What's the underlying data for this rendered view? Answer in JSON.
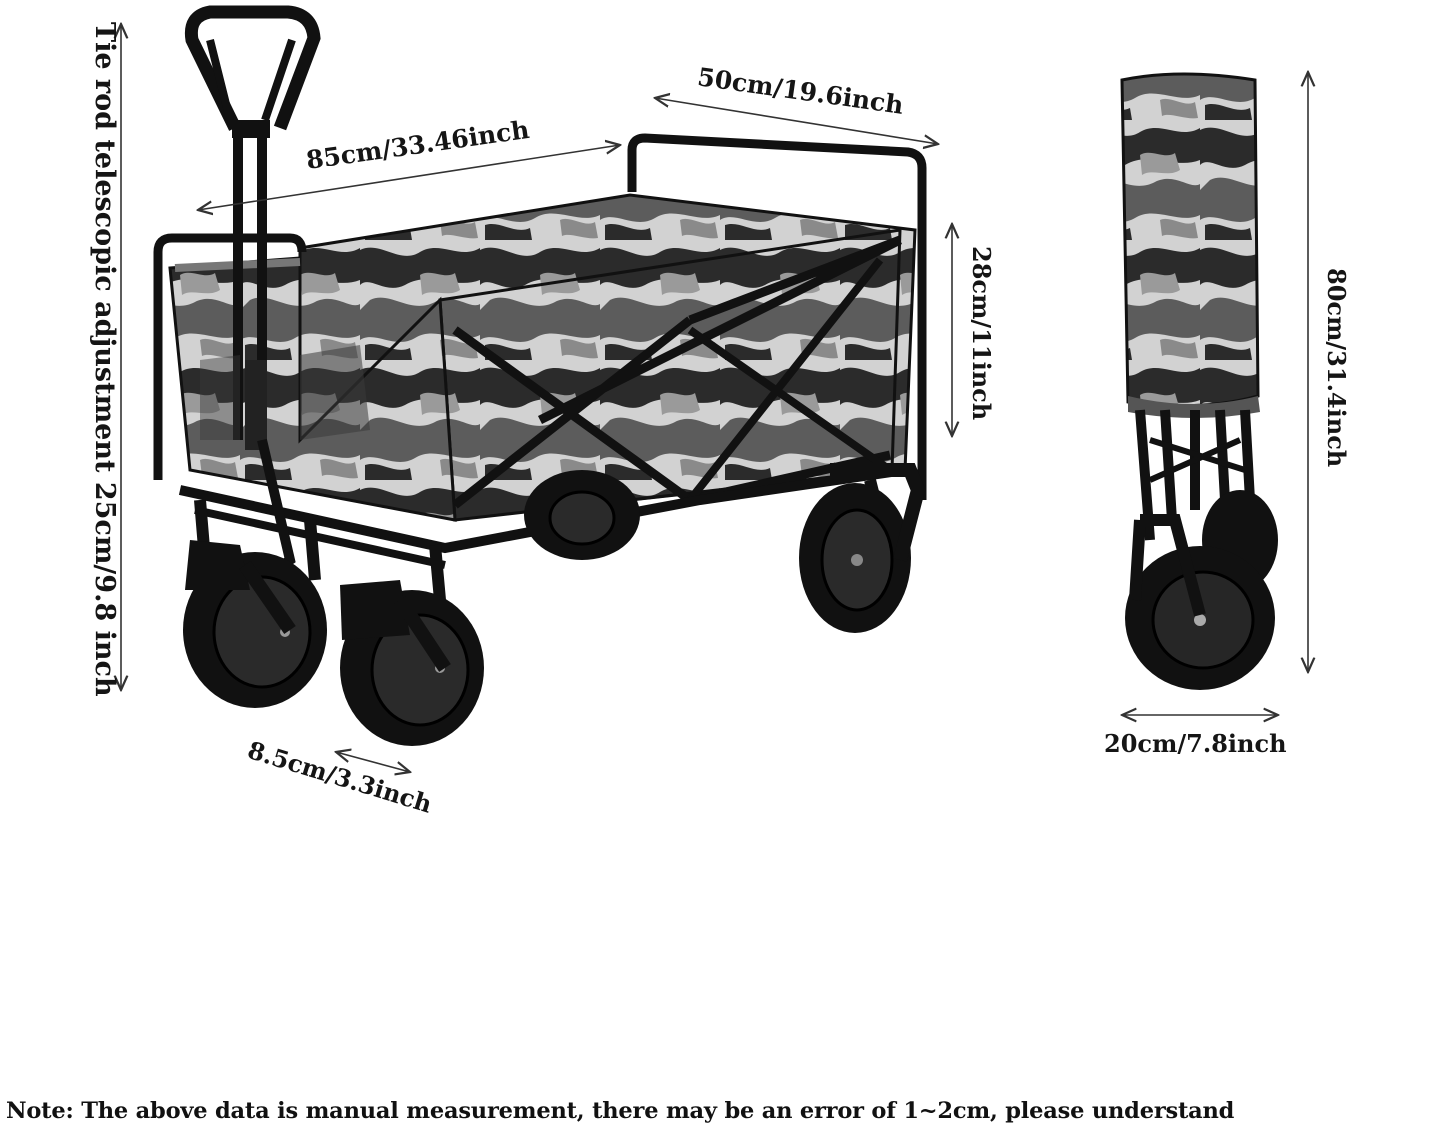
{
  "labels": {
    "tie_rod": "Tie rod telescopic adjustment 25cm/9.8 inch",
    "length": "85cm/33.46inch",
    "width": "50cm/19.6inch",
    "depth": "28cm/11inch",
    "wheel_width": "8.5cm/3.3inch",
    "folded_height": "80cm/31.4inch",
    "folded_width": "20cm/7.8inch"
  },
  "note": "Note: The above data is manual measurement, there may be an error of 1~2cm, please understand",
  "colors": {
    "frame": "#111111",
    "camo_dark": "#2b2b2b",
    "camo_mid": "#7a7a7a",
    "camo_light": "#d2d2d2",
    "text": "#151515"
  },
  "icons": [
    "wagon-photo",
    "folded-wagon-photo",
    "dimension-arrow"
  ]
}
